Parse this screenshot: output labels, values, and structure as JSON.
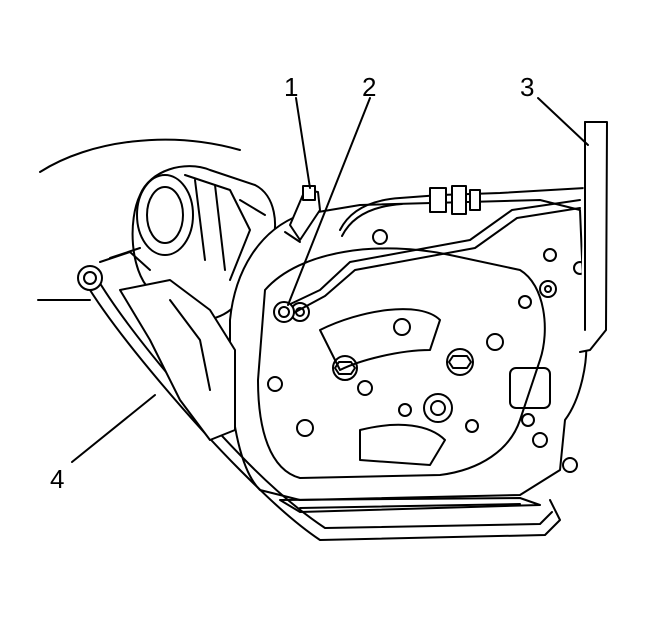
{
  "callouts": [
    {
      "id": "1",
      "label": "1"
    },
    {
      "id": "2",
      "label": "2"
    },
    {
      "id": "3",
      "label": "3"
    },
    {
      "id": "4",
      "label": "4"
    }
  ],
  "colors": {
    "stroke": "#000000",
    "fill": "#ffffff",
    "shade": "#d9d9d9"
  }
}
